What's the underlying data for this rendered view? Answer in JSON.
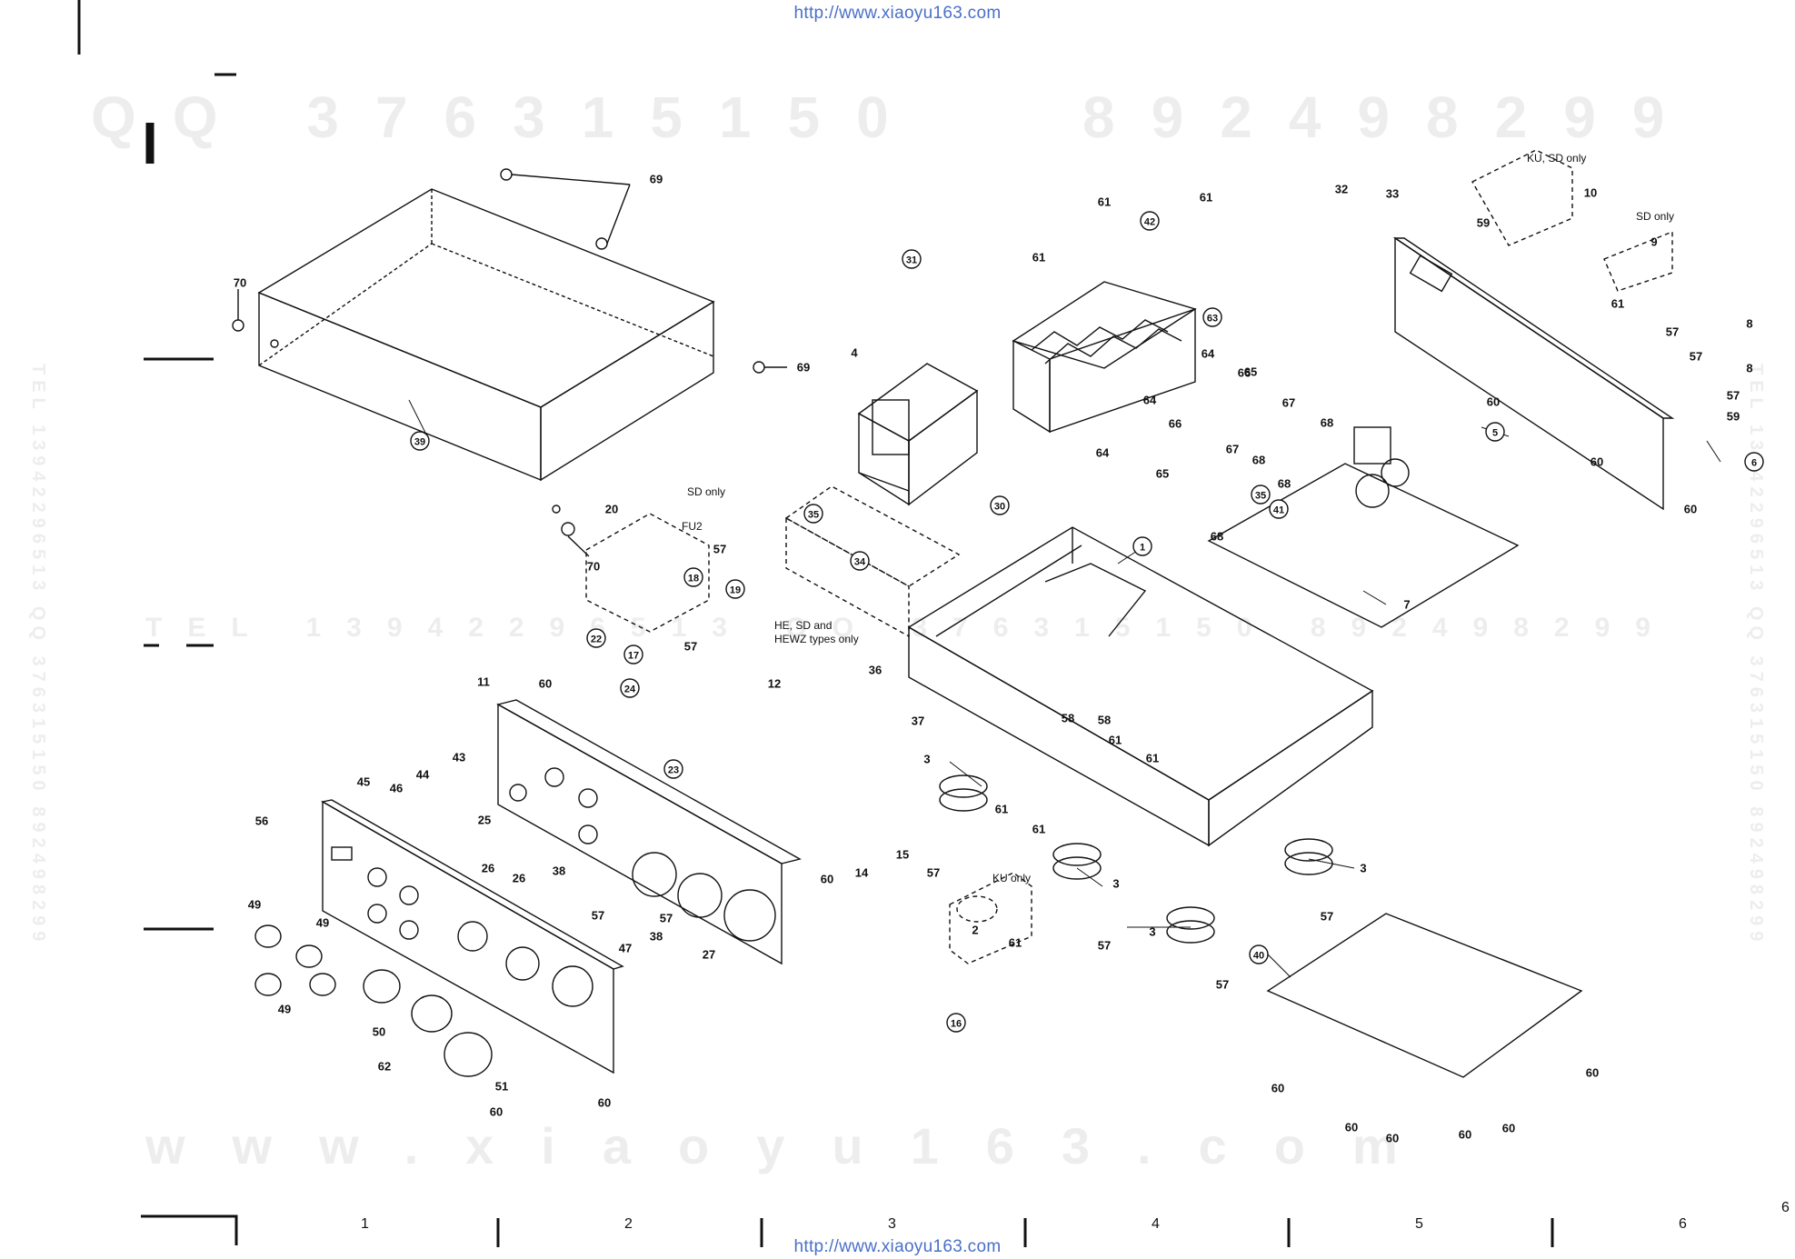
{
  "header": {
    "url_top": "http://www.xiaoyu163.com",
    "url_bottom": "http://www.xiaoyu163.com"
  },
  "watermarks": {
    "qq": "QQ 376315150   892498299",
    "tel": "TEL 13942296513 QQ 376315150 892498299",
    "www": "www.xiaoyu163.com"
  },
  "notes": {
    "ku_sd_only": "KU, SD only",
    "sd_only_right": "SD only",
    "sd_only_fuse": "SD only",
    "fu2": "FU2",
    "he_sd_hewz": [
      "HE, SD and",
      "HEWZ types only"
    ],
    "ku_only": "KU only"
  },
  "column_numbers": [
    "1",
    "2",
    "3",
    "4",
    "5",
    "6"
  ],
  "page_number": "6",
  "colors": {
    "line": "#111111",
    "url": "#4a6fc9",
    "watermark": "#ededed"
  },
  "callouts": [
    {
      "id": "c1",
      "label": "1",
      "circled": true
    },
    {
      "id": "c2",
      "label": "2",
      "circled": false
    },
    {
      "id": "c3a",
      "label": "3",
      "circled": false
    },
    {
      "id": "c3b",
      "label": "3",
      "circled": false
    },
    {
      "id": "c3c",
      "label": "3",
      "circled": false
    },
    {
      "id": "c3d",
      "label": "3",
      "circled": false
    },
    {
      "id": "c4",
      "label": "4",
      "circled": false
    },
    {
      "id": "c5",
      "label": "5",
      "circled": true
    },
    {
      "id": "c6",
      "label": "6",
      "circled": true
    },
    {
      "id": "c7",
      "label": "7",
      "circled": false
    },
    {
      "id": "c8a",
      "label": "8",
      "circled": false
    },
    {
      "id": "c8b",
      "label": "8",
      "circled": false
    },
    {
      "id": "c9",
      "label": "9",
      "circled": false
    },
    {
      "id": "c10",
      "label": "10",
      "circled": false
    },
    {
      "id": "c11",
      "label": "11",
      "circled": false
    },
    {
      "id": "c12",
      "label": "12",
      "circled": false
    },
    {
      "id": "c14",
      "label": "14",
      "circled": false
    },
    {
      "id": "c15",
      "label": "15",
      "circled": false
    },
    {
      "id": "c16",
      "label": "16",
      "circled": true
    },
    {
      "id": "c17",
      "label": "17",
      "circled": true
    },
    {
      "id": "c18",
      "label": "18",
      "circled": true
    },
    {
      "id": "c19",
      "label": "19",
      "circled": true
    },
    {
      "id": "c20",
      "label": "20",
      "circled": false
    },
    {
      "id": "c22",
      "label": "22",
      "circled": true
    },
    {
      "id": "c23",
      "label": "23",
      "circled": true
    },
    {
      "id": "c24",
      "label": "24",
      "circled": true
    },
    {
      "id": "c25",
      "label": "25",
      "circled": false
    },
    {
      "id": "c26a",
      "label": "26",
      "circled": false
    },
    {
      "id": "c26b",
      "label": "26",
      "circled": false
    },
    {
      "id": "c27",
      "label": "27",
      "circled": false
    },
    {
      "id": "c30",
      "label": "30",
      "circled": true
    },
    {
      "id": "c31",
      "label": "31",
      "circled": true
    },
    {
      "id": "c32",
      "label": "32",
      "circled": false
    },
    {
      "id": "c33",
      "label": "33",
      "circled": false
    },
    {
      "id": "c34",
      "label": "34",
      "circled": true
    },
    {
      "id": "c35a",
      "label": "35",
      "circled": true
    },
    {
      "id": "c35b",
      "label": "35",
      "circled": true
    },
    {
      "id": "c36",
      "label": "36",
      "circled": false
    },
    {
      "id": "c37",
      "label": "37",
      "circled": false
    },
    {
      "id": "c38a",
      "label": "38",
      "circled": false
    },
    {
      "id": "c38b",
      "label": "38",
      "circled": false
    },
    {
      "id": "c39",
      "label": "39",
      "circled": true
    },
    {
      "id": "c40",
      "label": "40",
      "circled": true
    },
    {
      "id": "c41",
      "label": "41",
      "circled": true
    },
    {
      "id": "c42",
      "label": "42",
      "circled": true
    },
    {
      "id": "c43",
      "label": "43",
      "circled": false
    },
    {
      "id": "c44",
      "label": "44",
      "circled": false
    },
    {
      "id": "c45",
      "label": "45",
      "circled": false
    },
    {
      "id": "c46",
      "label": "46",
      "circled": false
    },
    {
      "id": "c47",
      "label": "47",
      "circled": false
    },
    {
      "id": "c49a",
      "label": "49",
      "circled": false
    },
    {
      "id": "c49b",
      "label": "49",
      "circled": false
    },
    {
      "id": "c49c",
      "label": "49",
      "circled": false
    },
    {
      "id": "c50",
      "label": "50",
      "circled": false
    },
    {
      "id": "c51",
      "label": "51",
      "circled": false
    },
    {
      "id": "c56",
      "label": "56",
      "circled": false
    },
    {
      "id": "c57a",
      "label": "57",
      "circled": false
    },
    {
      "id": "c57b",
      "label": "57",
      "circled": false
    },
    {
      "id": "c57c",
      "label": "57",
      "circled": false
    },
    {
      "id": "c57d",
      "label": "57",
      "circled": false
    },
    {
      "id": "c57e",
      "label": "57",
      "circled": false
    },
    {
      "id": "c57f",
      "label": "57",
      "circled": false
    },
    {
      "id": "c57g",
      "label": "57",
      "circled": false
    },
    {
      "id": "c57h",
      "label": "57",
      "circled": false
    },
    {
      "id": "c57i",
      "label": "57",
      "circled": false
    },
    {
      "id": "c57j",
      "label": "57",
      "circled": false
    },
    {
      "id": "c57k",
      "label": "57",
      "circled": false
    },
    {
      "id": "c58a",
      "label": "58",
      "circled": false
    },
    {
      "id": "c58b",
      "label": "58",
      "circled": false
    },
    {
      "id": "c59a",
      "label": "59",
      "circled": false
    },
    {
      "id": "c59b",
      "label": "59",
      "circled": false
    },
    {
      "id": "c60a",
      "label": "60",
      "circled": false
    },
    {
      "id": "c60b",
      "label": "60",
      "circled": false
    },
    {
      "id": "c60c",
      "label": "60",
      "circled": false
    },
    {
      "id": "c60d",
      "label": "60",
      "circled": false
    },
    {
      "id": "c60e",
      "label": "60",
      "circled": false
    },
    {
      "id": "c60f",
      "label": "60",
      "circled": false
    },
    {
      "id": "c60g",
      "label": "60",
      "circled": false
    },
    {
      "id": "c60h",
      "label": "60",
      "circled": false
    },
    {
      "id": "c60i",
      "label": "60",
      "circled": false
    },
    {
      "id": "c60j",
      "label": "60",
      "circled": false
    },
    {
      "id": "c60k",
      "label": "60",
      "circled": false
    },
    {
      "id": "c60l",
      "label": "60",
      "circled": false
    },
    {
      "id": "c60m",
      "label": "60",
      "circled": false
    },
    {
      "id": "c61a",
      "label": "61",
      "circled": false
    },
    {
      "id": "c61b",
      "label": "61",
      "circled": false
    },
    {
      "id": "c61c",
      "label": "61",
      "circled": false
    },
    {
      "id": "c61d",
      "label": "61",
      "circled": false
    },
    {
      "id": "c61e",
      "label": "61",
      "circled": false
    },
    {
      "id": "c61f",
      "label": "61",
      "circled": false
    },
    {
      "id": "c61g",
      "label": "61",
      "circled": false
    },
    {
      "id": "c61h",
      "label": "61",
      "circled": false
    },
    {
      "id": "c61i",
      "label": "61",
      "circled": false
    },
    {
      "id": "c62",
      "label": "62",
      "circled": false
    },
    {
      "id": "c63",
      "label": "63",
      "circled": true
    },
    {
      "id": "c64a",
      "label": "64",
      "circled": false
    },
    {
      "id": "c64b",
      "label": "64",
      "circled": false
    },
    {
      "id": "c64c",
      "label": "64",
      "circled": false
    },
    {
      "id": "c65a",
      "label": "65",
      "circled": false
    },
    {
      "id": "c65b",
      "label": "65",
      "circled": false
    },
    {
      "id": "c66a",
      "label": "66",
      "circled": false
    },
    {
      "id": "c66b",
      "label": "66",
      "circled": false
    },
    {
      "id": "c67a",
      "label": "67",
      "circled": false
    },
    {
      "id": "c67b",
      "label": "67",
      "circled": false
    },
    {
      "id": "c68a",
      "label": "68",
      "circled": false
    },
    {
      "id": "c68b",
      "label": "68",
      "circled": false
    },
    {
      "id": "c68c",
      "label": "68",
      "circled": false
    },
    {
      "id": "c68d",
      "label": "68",
      "circled": false
    },
    {
      "id": "c69a",
      "label": "69",
      "circled": false
    },
    {
      "id": "c69b",
      "label": "69",
      "circled": false
    },
    {
      "id": "c70a",
      "label": "70",
      "circled": false
    },
    {
      "id": "c70b",
      "label": "70",
      "circled": false
    }
  ]
}
